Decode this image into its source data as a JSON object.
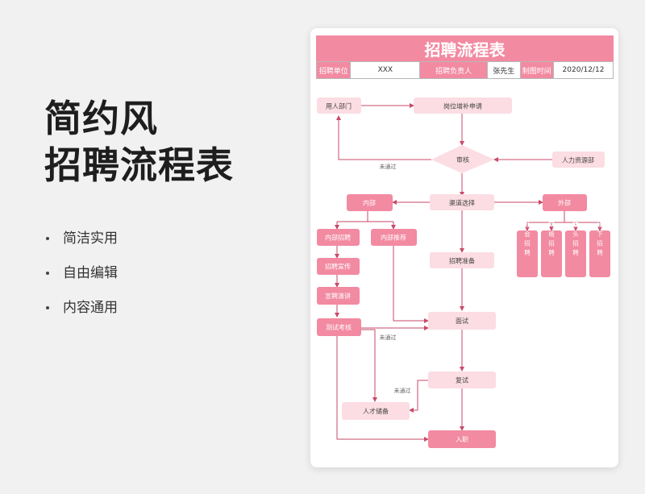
{
  "promo": {
    "title_line1": "简约风",
    "title_line2": "招聘流程表",
    "features": [
      "简洁实用",
      "自由编辑",
      "内容通用"
    ]
  },
  "document": {
    "title": "招聘流程表",
    "info": {
      "unit_label": "招聘单位",
      "unit_value": "XXX",
      "owner_label": "招聘负责人",
      "owner_value": "张先生",
      "date_label": "制图时间",
      "date_value": "2020/12/12"
    },
    "flow": {
      "dept": "用人部门",
      "request": "岗位增补申请",
      "review": "审核",
      "hr": "人力资源部",
      "not_passed": "未通过",
      "channel": "渠道选择",
      "internal": "内部",
      "external": "外部",
      "internal_hire": "内部招聘",
      "internal_referral": "内部推荐",
      "prep": "招聘准备",
      "publicize": "招聘宣传",
      "talk": "宣聘演讲",
      "test": "测试考核",
      "interview": "面试",
      "retest": "复试",
      "talent_pool": "人才储备",
      "onboard": "入职",
      "social": "社会招聘",
      "online": "网络招聘",
      "headhunt": "猎头招聘",
      "offline": "线下招聘"
    },
    "colors": {
      "primary": "#f28aa1",
      "light": "#fbdde3",
      "line": "#c84a6a"
    }
  }
}
